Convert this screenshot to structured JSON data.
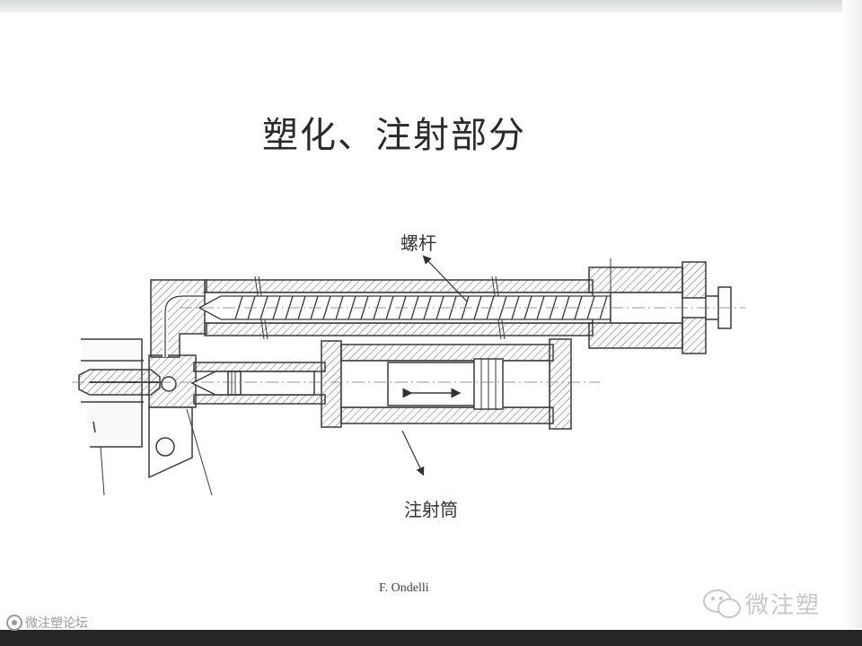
{
  "title": "塑化、注射部分",
  "labels": {
    "screw": "螺杆",
    "injection_cylinder": "注射筒"
  },
  "credit": "F. Ondelli",
  "watermarks": {
    "right": "微注塑",
    "left": "微注塑论坛"
  },
  "colors": {
    "line": "#3a3a3a",
    "hatch": "#6a6a6a",
    "background": "#ffffff"
  }
}
